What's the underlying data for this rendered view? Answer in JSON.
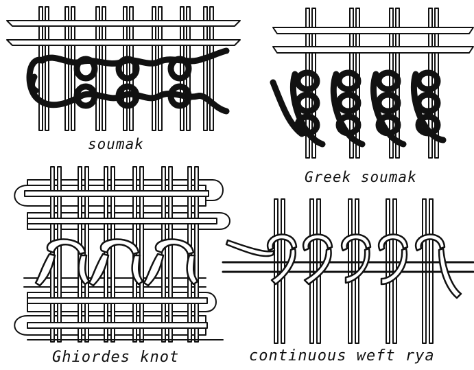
{
  "colors": {
    "ink": "#111111",
    "paper": "#ffffff"
  },
  "panels": [
    {
      "id": "soumak",
      "caption": "soumak"
    },
    {
      "id": "greek-soumak",
      "caption": "Greek soumak"
    },
    {
      "id": "ghiordes-knot",
      "caption": "Ghiordes knot"
    },
    {
      "id": "continuous-weft-rya",
      "caption": "continuous weft rya"
    }
  ]
}
